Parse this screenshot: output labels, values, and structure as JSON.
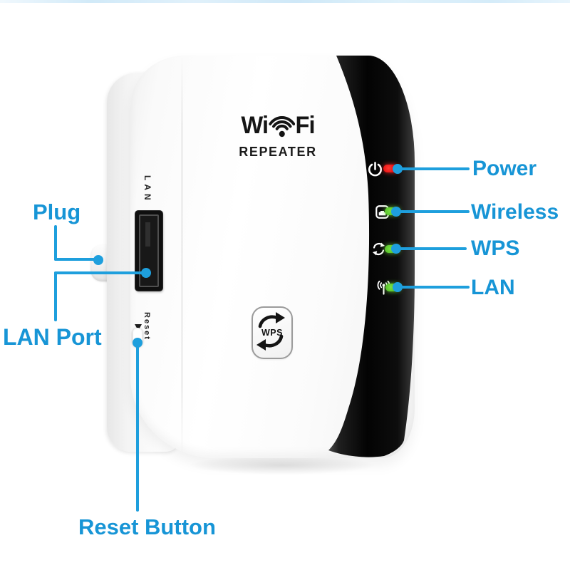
{
  "device": {
    "logo": {
      "wi": "Wi",
      "fi": "Fi",
      "subtitle": "REPEATER"
    },
    "side_labels": {
      "lan_port": "LAN",
      "reset": "Reset"
    },
    "wps_button": {
      "label": "WPS"
    },
    "leds": [
      {
        "name": "power",
        "color": "#e80c0c",
        "state": "red"
      },
      {
        "name": "wireless",
        "color": "#54c42d",
        "state": "green"
      },
      {
        "name": "wps",
        "color": "#54c42d",
        "state": "green"
      },
      {
        "name": "lan",
        "color": "#54c42d",
        "state": "green"
      }
    ]
  },
  "callouts": {
    "plug": {
      "label": "Plug"
    },
    "lan_port": {
      "label": "LAN Port"
    },
    "reset_button": {
      "label": "Reset Button"
    },
    "power": {
      "label": "Power"
    },
    "wireless": {
      "label": "Wireless"
    },
    "wps": {
      "label": "WPS"
    },
    "lan": {
      "label": "LAN"
    }
  },
  "colors": {
    "background": "#ffffff",
    "callout_text_blue": "#1795d6",
    "callout_line_blue": "#1e9fdd",
    "device_black_strip": "#0a0a0a",
    "led_red": "#e80c0c",
    "led_green": "#54c42d"
  }
}
